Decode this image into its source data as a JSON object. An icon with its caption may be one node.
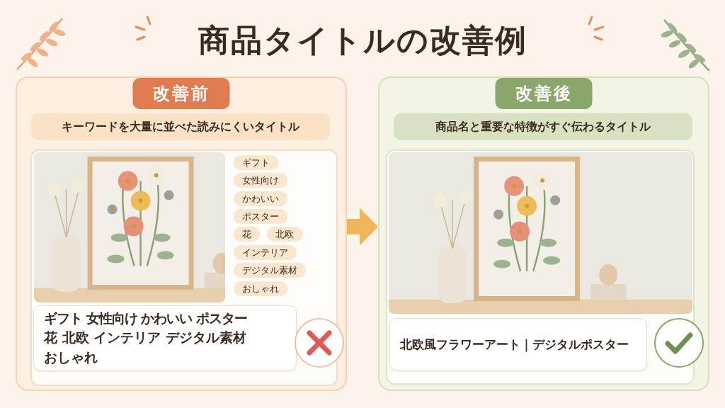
{
  "diagram": {
    "title": "商品タイトルの改善例",
    "nodes": [
      {
        "text": [
          "改善前",
          "キーワードを大量に並べた読みにくいタイトル"
        ]
      },
      {
        "text": [],
        "shape": "picture",
        "in": 0
      },
      {
        "text": [
          "ギフト 女性向け かわいい ポスター花 北欧 インテリア デジタル素材おしゃれ"
        ],
        "in": 0
      },
      {
        "text": [
          "改善後",
          "商品名と重要な特徴がすぐ伝わるタイトル"
        ]
      },
      {
        "text": [],
        "shape": "picture",
        "in": 3
      },
      {
        "text": [
          "北欧風フラワーアート｜デジタルポスター"
        ],
        "in": 3
      }
    ],
    "edges": [
      {
        "from": 0,
        "to": 3,
        "arrow": "to",
        "color": "#f0b459"
      }
    ],
    "labels": [
      "ギフト",
      "女性向け",
      "かわいい",
      "ポスター",
      "花",
      "北欧",
      "インテリア",
      "デジタル素材",
      "おしゃれ"
    ]
  }
}
